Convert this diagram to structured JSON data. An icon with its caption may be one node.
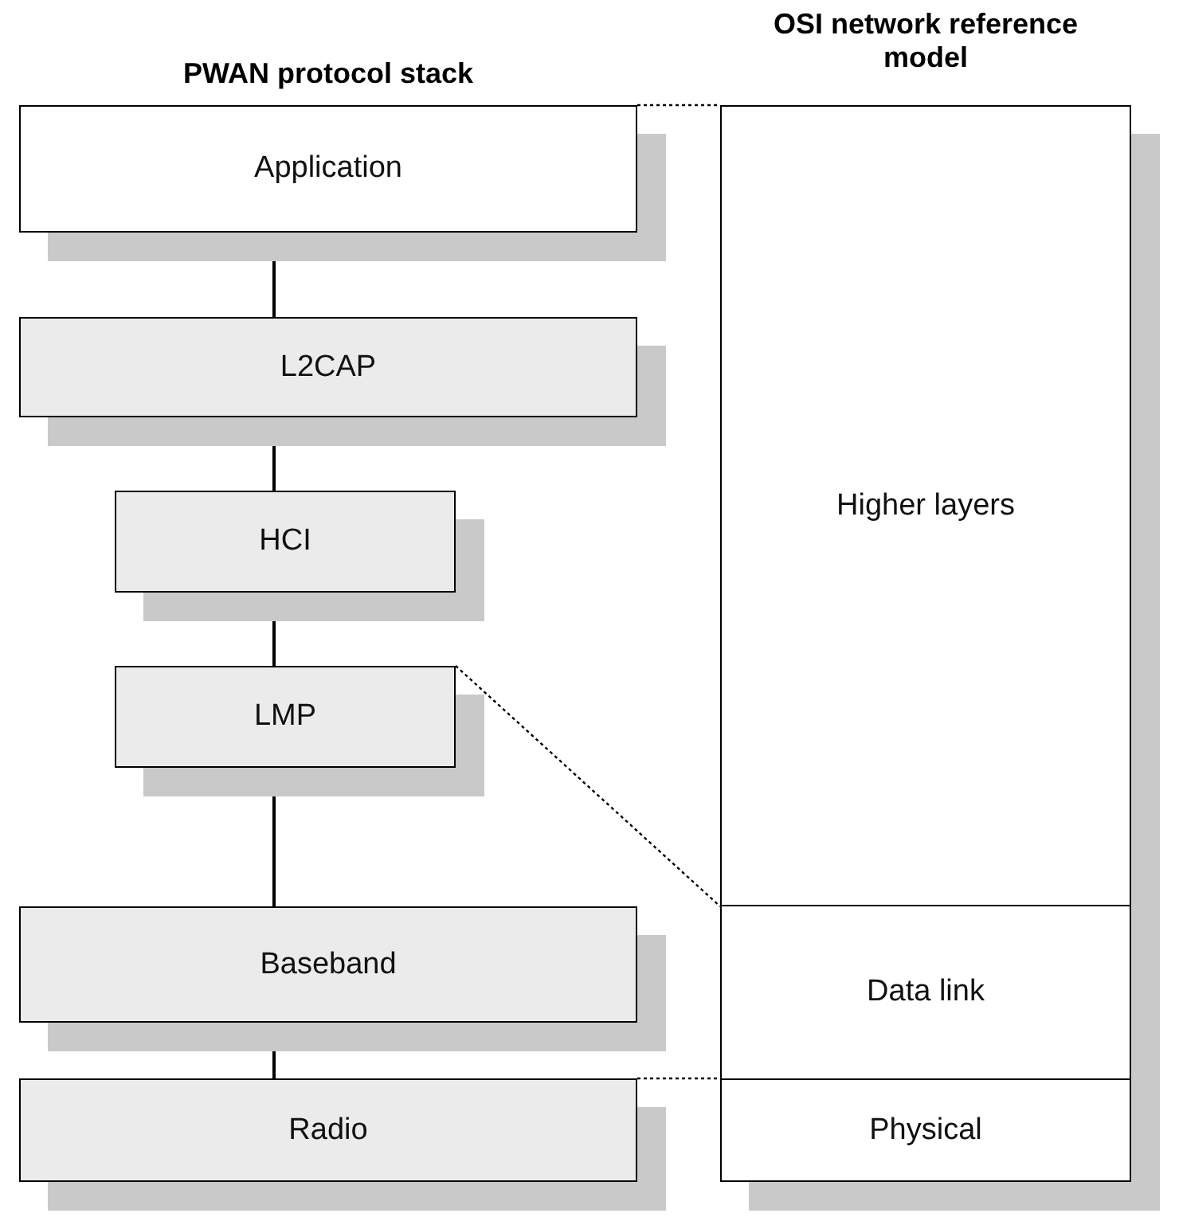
{
  "diagram": {
    "nodes": [
      {
        "text": [
          "Application"
        ]
      },
      {
        "text": [
          "L2CAP"
        ]
      },
      {
        "text": [
          "HCI"
        ]
      },
      {
        "text": [
          "LMP"
        ]
      },
      {
        "text": [
          "Baseband"
        ]
      },
      {
        "text": [
          "Radio"
        ]
      },
      {
        "text": [
          "Higher layers"
        ]
      },
      {
        "text": [
          "Data link"
        ]
      },
      {
        "text": [
          "Physical"
        ]
      }
    ],
    "edges": [
      {
        "from": 0,
        "to": 1,
        "arrow": "none"
      },
      {
        "from": 1,
        "to": 2,
        "arrow": "none"
      },
      {
        "from": 2,
        "to": 3,
        "arrow": "none"
      },
      {
        "from": 3,
        "to": 4,
        "arrow": "none"
      },
      {
        "from": 4,
        "to": 5,
        "arrow": "none"
      },
      {
        "from": 0,
        "to": 6,
        "arrow": "none",
        "style": "dashed"
      },
      {
        "from": 3,
        "to": 7,
        "arrow": "none",
        "style": "dashed"
      },
      {
        "from": 5,
        "to": 8,
        "arrow": "none",
        "style": "dashed"
      }
    ],
    "labels": [
      "PWAN protocol stack",
      "OSI network reference model"
    ]
  }
}
